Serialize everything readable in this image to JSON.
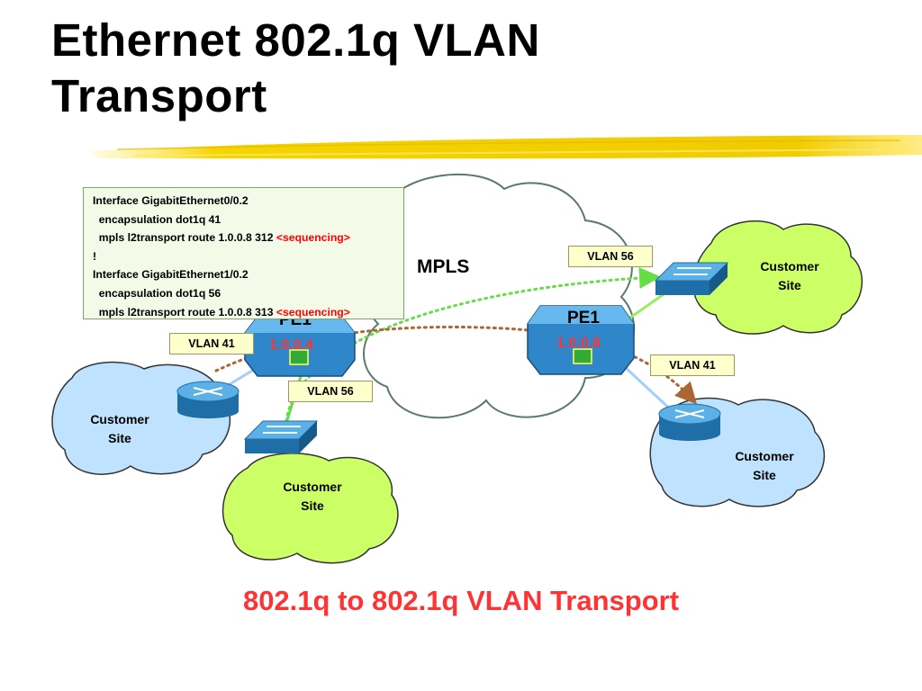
{
  "slide": {
    "title_line1": "Ethernet 802.1q VLAN",
    "title_line2": "Transport",
    "caption": "802.1q to 802.1q VLAN Transport"
  },
  "config": {
    "lines": [
      {
        "text": "Interface GigabitEthernet0/0.2",
        "highlight": ""
      },
      {
        "text": "  encapsulation dot1q 41",
        "highlight": ""
      },
      {
        "text": "  mpls l2transport route 1.0.0.8 312 ",
        "highlight": "<sequencing>"
      },
      {
        "text": "!",
        "highlight": ""
      },
      {
        "text": "Interface GigabitEthernet1/0.2",
        "highlight": ""
      },
      {
        "text": "  encapsulation dot1q 56",
        "highlight": ""
      },
      {
        "text": "  mpls l2transport route 1.0.0.8 313 ",
        "highlight": "<sequencing>"
      }
    ]
  },
  "network": {
    "cloud_label": "MPLS",
    "pe_left": {
      "name": "PE1",
      "ip": "1.0.0.4"
    },
    "pe_right": {
      "name": "PE1",
      "ip": "1.0.0.8"
    }
  },
  "sites": {
    "top_right": {
      "line1": "Customer",
      "line2": "Site"
    },
    "left": {
      "line1": "Customer",
      "line2": "Site"
    },
    "bottom_left": {
      "line1": "Customer",
      "line2": "Site"
    },
    "bottom_right": {
      "line1": "Customer",
      "line2": "Site"
    }
  },
  "vlans": {
    "right_top": "VLAN 56",
    "left": "VLAN 41",
    "left_bottom": "VLAN 56",
    "right": "VLAN 41"
  },
  "colors": {
    "caption": "#ff3333",
    "highlight": "#ff0000",
    "green_site": "#ccff66",
    "blue_site": "#bfe3ff",
    "pe_router": "#3399dd",
    "green_path": "#66dd44",
    "brown_path": "#aa6633"
  }
}
